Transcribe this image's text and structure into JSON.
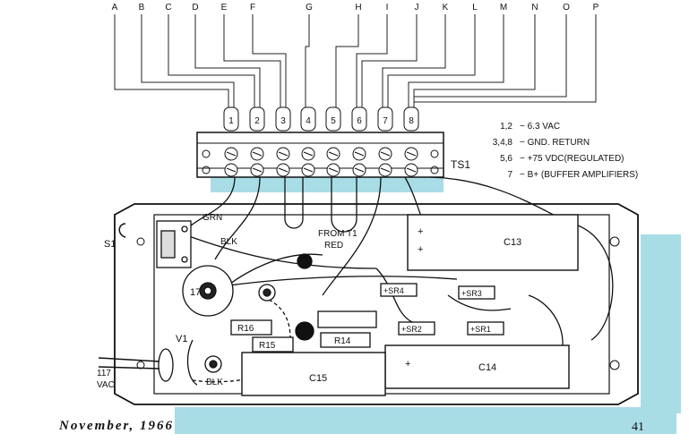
{
  "bus_letters": [
    "A",
    "B",
    "C",
    "D",
    "E",
    "F",
    "G",
    "H",
    "I",
    "J",
    "K",
    "L",
    "M",
    "N",
    "O",
    "P"
  ],
  "terminal_numbers": [
    "1",
    "2",
    "3",
    "4",
    "5",
    "6",
    "7",
    "8"
  ],
  "terminal_strip": "TS1",
  "legend": [
    {
      "pins": "1,2",
      "desc": "− 6.3  VAC"
    },
    {
      "pins": "3,4,8",
      "desc": "− GND. RETURN"
    },
    {
      "pins": "5,6",
      "desc": "− +75 VDC(REGULATED)"
    },
    {
      "pins": "7",
      "desc": "−  B+ (BUFFER AMPLIFIERS)"
    }
  ],
  "components": {
    "switch": "S1",
    "tube_socket": "17",
    "tube": "V1",
    "power_in": [
      "117",
      "VAC"
    ],
    "wire_grn": "GRN",
    "wire_blk_top": "BLK",
    "wire_blk_bottom": "BLK",
    "from_t1": [
      "FROM T1",
      "RED"
    ],
    "c13": "C13",
    "c14": "C14",
    "c15": "C15",
    "r14": "R14",
    "r15": "R15",
    "r16": "R16",
    "sr1": "+SR1",
    "sr2": "+SR2",
    "sr3": "+SR3",
    "sr4": "+SR4",
    "plus": "+"
  },
  "footer": {
    "date": "November, 1966",
    "page": "41"
  }
}
